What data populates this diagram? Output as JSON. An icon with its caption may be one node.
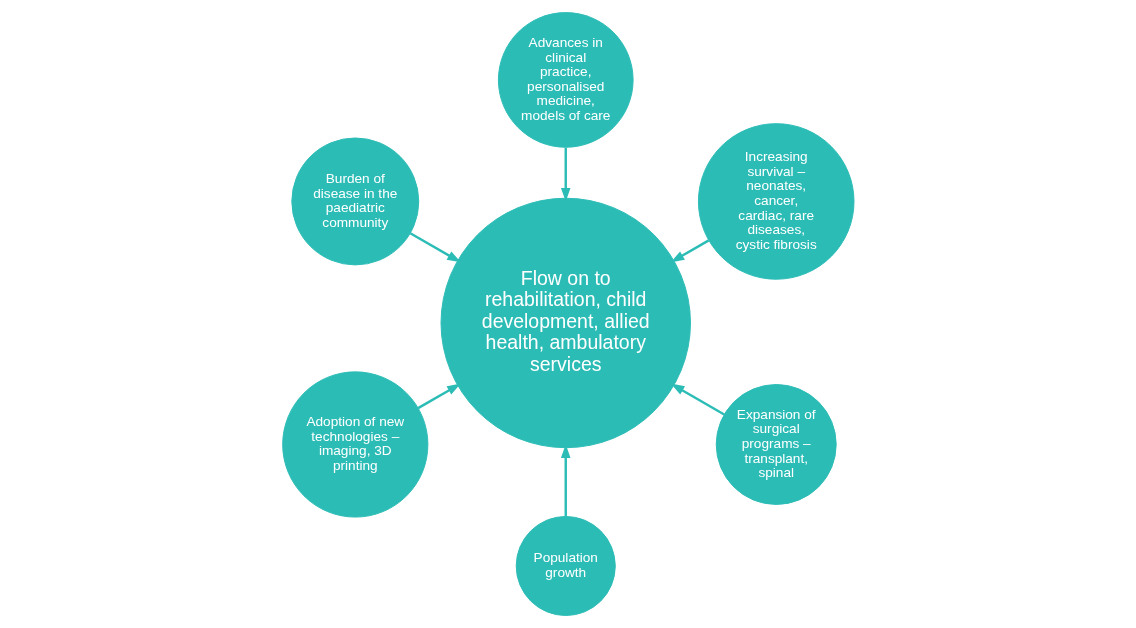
{
  "diagram": {
    "nodes": [
      {
        "text": [
          "Increasing survival – neonates, cancer, cardiac, rare diseases, cystic fibrosis"
        ]
      },
      {
        "text": [
          "Advances in clinical practice, personalised medicine, models of care"
        ]
      },
      {
        "text": [
          "Burden of disease in the paediatric community"
        ]
      },
      {
        "text": [
          "Adoption of new technologies – imaging, 3D printing"
        ]
      },
      {
        "text": [
          "Population growth"
        ]
      },
      {
        "text": [
          "Flow on to rehabilitation, child development, allied health, ambulatory services"
        ]
      },
      {
        "text": [
          "Expansion of surgical programs – transplant, spinal"
        ]
      }
    ],
    "edges": [
      {
        "from": 0,
        "to": 5,
        "arrow": "to"
      },
      {
        "from": 1,
        "to": 5,
        "arrow": "to"
      },
      {
        "from": 2,
        "to": 5,
        "arrow": "to"
      },
      {
        "from": 3,
        "to": 5,
        "arrow": "to"
      },
      {
        "from": 4,
        "to": 5,
        "arrow": "to"
      },
      {
        "from": 6,
        "to": 5,
        "arrow": "to"
      }
    ]
  }
}
